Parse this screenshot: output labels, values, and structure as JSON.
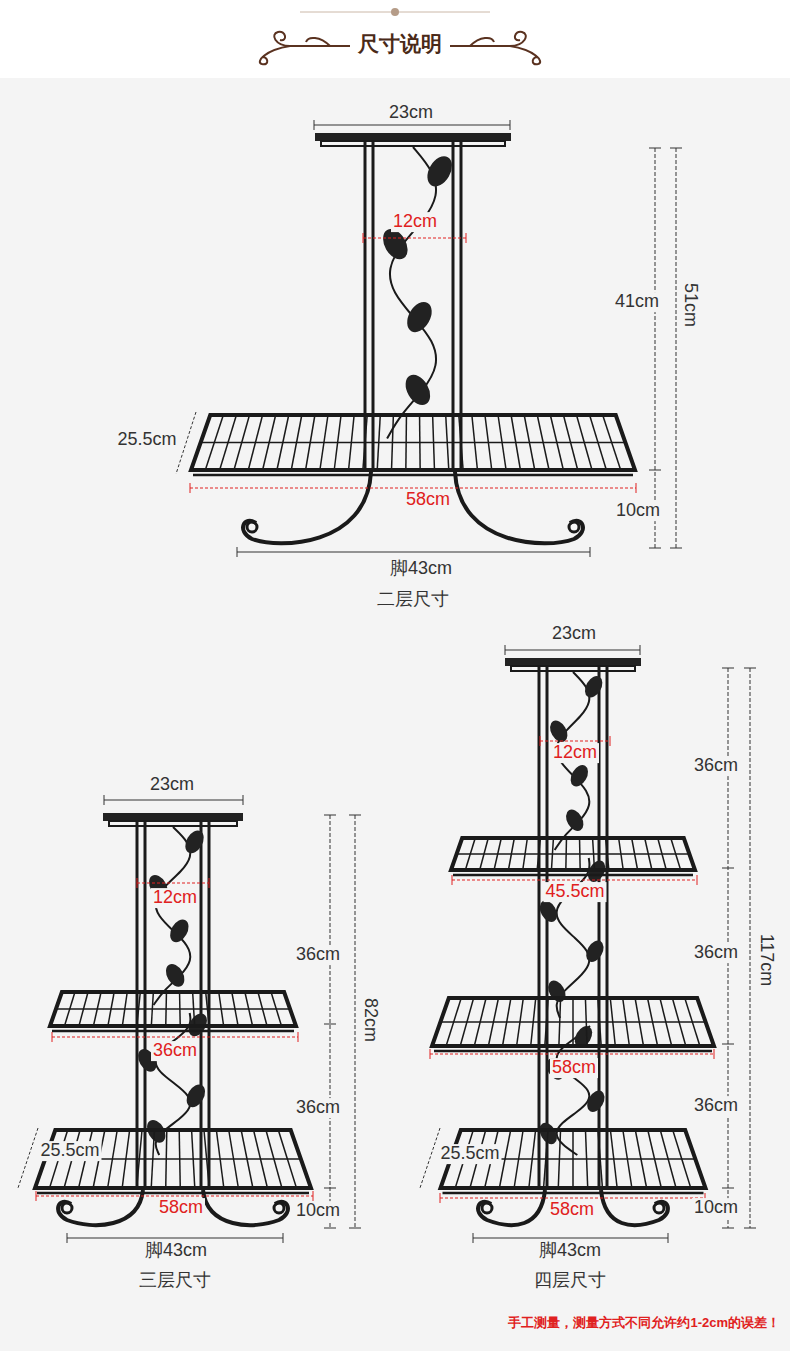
{
  "diagram": {
    "title": "尺寸说明",
    "caption": "手工测量，测量方式不同允许约1-2cm的误差！",
    "labels": [
      "23cm",
      "12cm",
      "41cm",
      "51cm",
      "25.5cm",
      "58cm",
      "10cm",
      "脚43cm",
      "二层尺寸",
      "23cm",
      "12cm",
      "36cm",
      "36cm",
      "82cm",
      "36cm",
      "25.5cm",
      "58cm",
      "10cm",
      "脚43cm",
      "三层尺寸",
      "23cm",
      "12cm",
      "36cm",
      "45.5cm",
      "36cm",
      "117cm",
      "58cm",
      "36cm",
      "25.5cm",
      "58cm",
      "10cm",
      "脚43cm",
      "四层尺寸"
    ]
  }
}
